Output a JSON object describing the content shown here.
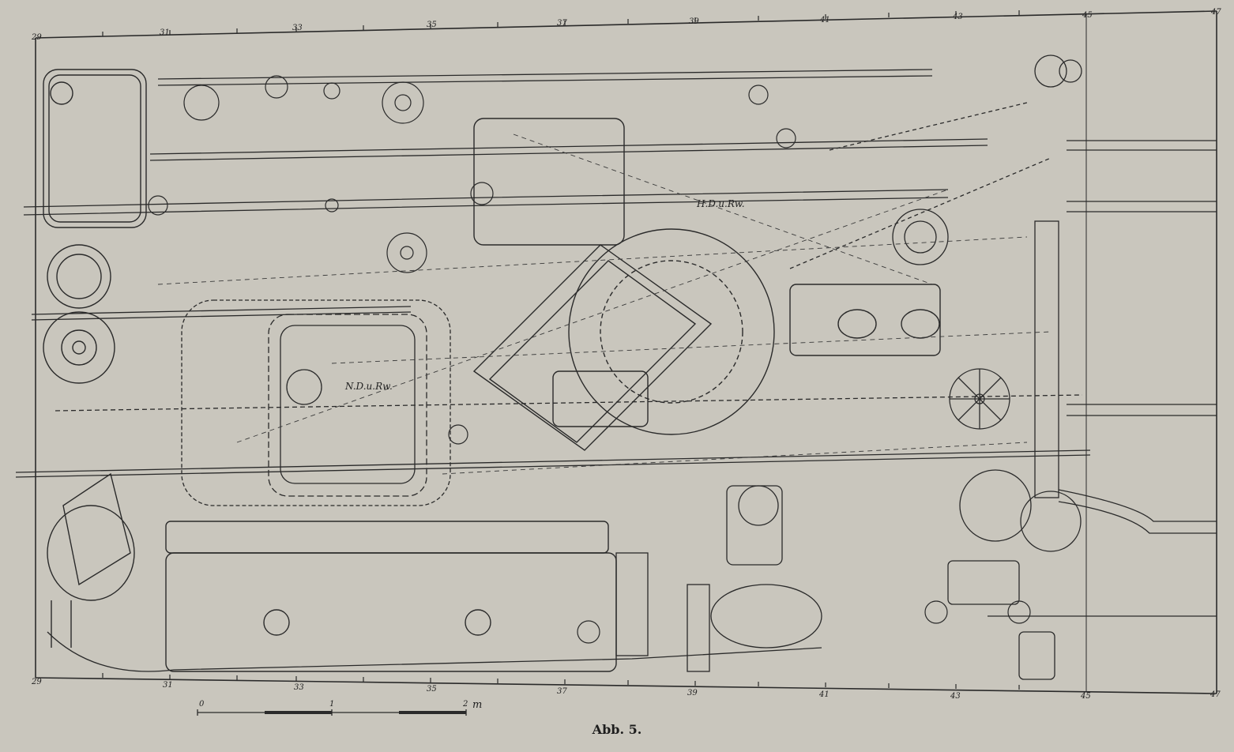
{
  "caption": "Abb. 5.",
  "frame_numbers_top": [
    "29",
    "31",
    "33",
    "35",
    "37",
    "39",
    "41",
    "43",
    "45",
    "47"
  ],
  "frame_numbers_bottom": [
    "29",
    "31",
    "33",
    "35",
    "37",
    "39",
    "41",
    "43",
    "45",
    "47"
  ],
  "labels": {
    "hd": "H.D.u.Rw.",
    "nd": "N.D.u.Rw."
  },
  "scale_bar": {
    "ticks": [
      "0",
      "1",
      "2"
    ],
    "unit": "m"
  },
  "colors": {
    "paper": "#c9c6bd",
    "ink": "#2a2a2a"
  }
}
